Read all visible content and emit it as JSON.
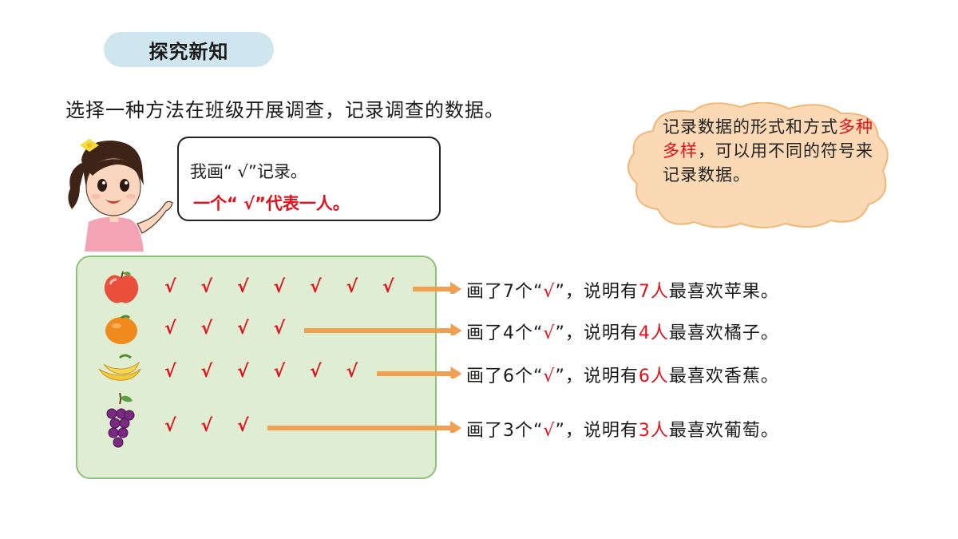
{
  "header": {
    "section_label": "探究新知"
  },
  "instruction": "选择一种方法在班级开展调查，记录调查的数据。",
  "speech": {
    "line1": "我画“ √”记录。",
    "line2": "一个“ √”代表一人。"
  },
  "cloud": {
    "part1": "记录数据的形式和方式",
    "highlight": "多种多样",
    "part2": "，可以用不同的符号来记录数据。"
  },
  "rows": [
    {
      "fruit": "apple-icon",
      "count": 7,
      "pre": "画了7个“",
      "check": "√",
      "mid": "”，说明有",
      "num": "7人",
      "post": "最喜欢苹果。"
    },
    {
      "fruit": "orange-icon",
      "count": 4,
      "pre": "画了4个“",
      "check": "√",
      "mid": "”，说明有",
      "num": "4人",
      "post": "最喜欢橘子。"
    },
    {
      "fruit": "banana-icon",
      "count": 6,
      "pre": "画了6个“",
      "check": "√",
      "mid": "”，说明有",
      "num": "6人",
      "post": "最喜欢香蕉。"
    },
    {
      "fruit": "grape-icon",
      "count": 3,
      "pre": "画了3个“",
      "check": "√",
      "mid": "”，说明有",
      "num": "3人",
      "post": "最喜欢葡萄。"
    }
  ],
  "colors": {
    "accent_red": "#e0111b",
    "green_panel": "#dfeed3",
    "arrow_orange": "#f0a050",
    "cloud_fill": "#fbd9b4",
    "pill_blue": "#cfe6ee"
  }
}
